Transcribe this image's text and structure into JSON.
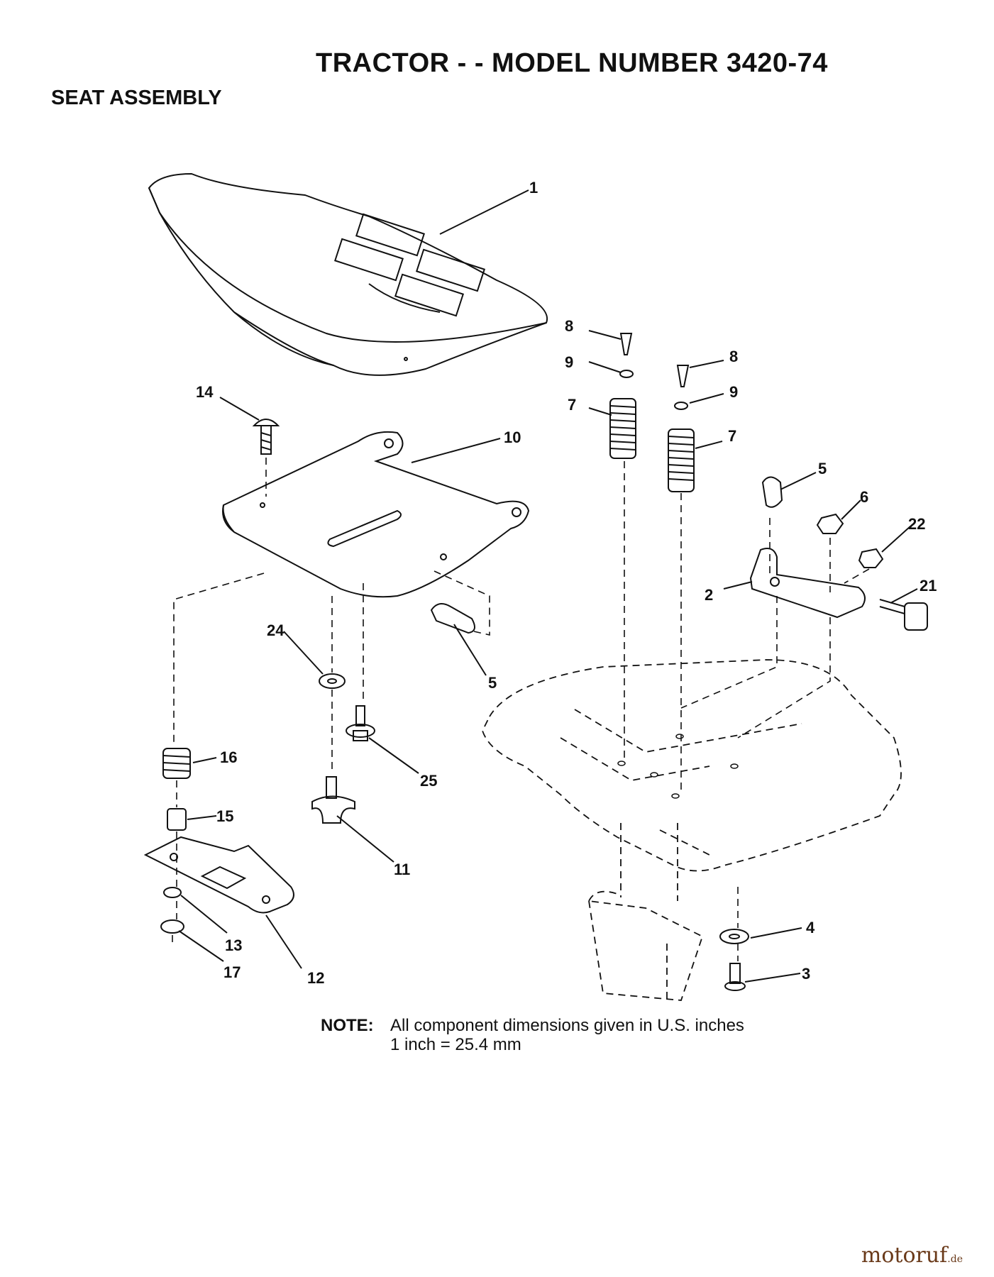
{
  "title": "TRACTOR - - MODEL NUMBER 3420-74",
  "subtitle": "SEAT ASSEMBLY",
  "note": {
    "label": "NOTE:",
    "line1": "All component dimensions given in U.S. inches",
    "line2": "1 inch = 25.4 mm"
  },
  "watermark": {
    "brand": "motoruf",
    "suffix": ".de"
  },
  "callouts": {
    "c1": "1",
    "c14": "14",
    "c10": "10",
    "c8a": "8",
    "c9a": "9",
    "c7a": "7",
    "c8b": "8",
    "c9b": "9",
    "c7b": "7",
    "c5a": "5",
    "c6": "6",
    "c22": "22",
    "c2": "2",
    "c21": "21",
    "c24": "24",
    "c5b": "5",
    "c16": "16",
    "c25": "25",
    "c15": "15",
    "c11": "11",
    "c13": "13",
    "c17": "17",
    "c12": "12",
    "c4": "4",
    "c3": "3"
  }
}
